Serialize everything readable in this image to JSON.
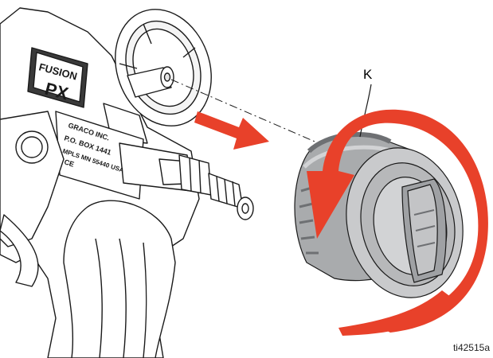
{
  "callout": {
    "label": "K"
  },
  "figure": {
    "id": "ti42515a"
  },
  "nameplate": {
    "brand": "FUSION",
    "model": "PX",
    "lines": [
      "GRACO INC.",
      "P.O. BOX 1441",
      "MPLS MN 55440 USA"
    ]
  },
  "colors": {
    "arrow": "#e8412a",
    "line": "#1a1a1a",
    "cap_body": "#a9abad",
    "cap_dark": "#6e7073",
    "cap_light": "#d2d3d5"
  },
  "icons": {
    "removal_arrow": "straight-arrow-right",
    "rotation_arrow": "counterclockwise-arrow"
  }
}
